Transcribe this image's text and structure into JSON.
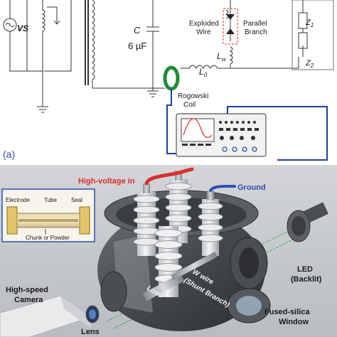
{
  "panel_a": {
    "panel_label": "(a)",
    "source_label": "VS",
    "capacitor_label": "C",
    "capacitor_value": "6 µF",
    "inductor_main": "L",
    "inductor_main_sub": "0",
    "inductor_wire": "L",
    "inductor_wire_sub": "w",
    "exploded_wire_line1": "Exploded",
    "exploded_wire_line2": "Wire",
    "parallel_branch_line1": "Parallel",
    "parallel_branch_line2": "Branch",
    "rogowski_line1": "Rogowski",
    "rogowski_line2": "Coil",
    "impedance_1": "Z",
    "impedance_1_sub": "1",
    "impedance_2": "Z",
    "impedance_2_sub": "2"
  },
  "panel_b": {
    "high_voltage": "High-voltage in",
    "ground": "Ground",
    "inset_electrode": "Electrode",
    "inset_tube": "Tube",
    "inset_seal": "Seal",
    "inset_chunk": "Chunk or Powder",
    "w_wire_line1": "W wire",
    "w_wire_line2": "(Shunt Branch)",
    "load": "Load",
    "led_line1": "LED",
    "led_line2": "(Backlit)",
    "camera_line1": "High-speed",
    "camera_line2": "Camera",
    "lens": "Lens",
    "window_line1": "Fused-silica",
    "window_line2": "Window"
  },
  "colors": {
    "rogowski": "#1f8a3a",
    "high_voltage_cable": "#d9302c",
    "ground_cable": "#2b4fb3",
    "wire_circuit": "#1f3f9a",
    "parallel_box": "#d9302c",
    "background_b": "#c7c9cc"
  }
}
